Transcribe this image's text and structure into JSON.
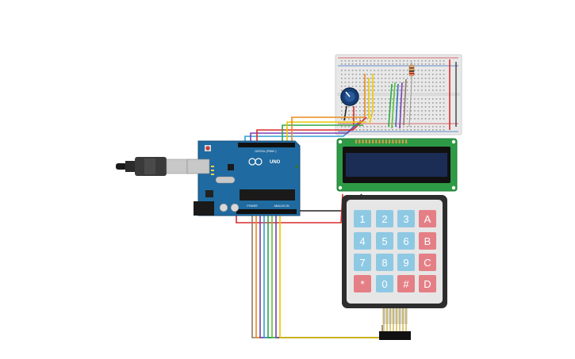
{
  "board": {
    "brand_text": "UNO",
    "header_text": "DIGITAL (PWM~)",
    "power_text": "POWER",
    "analog_text": "ANALOG IN"
  },
  "keypad": {
    "rows": [
      [
        {
          "label": "1",
          "kind": "num"
        },
        {
          "label": "2",
          "kind": "num"
        },
        {
          "label": "3",
          "kind": "num"
        },
        {
          "label": "A",
          "kind": "letter"
        }
      ],
      [
        {
          "label": "4",
          "kind": "num"
        },
        {
          "label": "5",
          "kind": "num"
        },
        {
          "label": "6",
          "kind": "num"
        },
        {
          "label": "B",
          "kind": "letter"
        }
      ],
      [
        {
          "label": "7",
          "kind": "num"
        },
        {
          "label": "8",
          "kind": "num"
        },
        {
          "label": "9",
          "kind": "num"
        },
        {
          "label": "C",
          "kind": "letter"
        }
      ],
      [
        {
          "label": "*",
          "kind": "letter"
        },
        {
          "label": "0",
          "kind": "num"
        },
        {
          "label": "#",
          "kind": "letter"
        },
        {
          "label": "D",
          "kind": "letter"
        }
      ]
    ]
  },
  "colors": {
    "num_key": "#8ec9e4",
    "letter_key": "#e57f86",
    "keypad_body": "#2d2d2d",
    "board": "#1f6aa0",
    "lcd_pcb": "#2d9b45",
    "lcd_screen": "#1c2d55",
    "breadboard": "#e9e9e9",
    "potentiometer": "#163e74"
  }
}
